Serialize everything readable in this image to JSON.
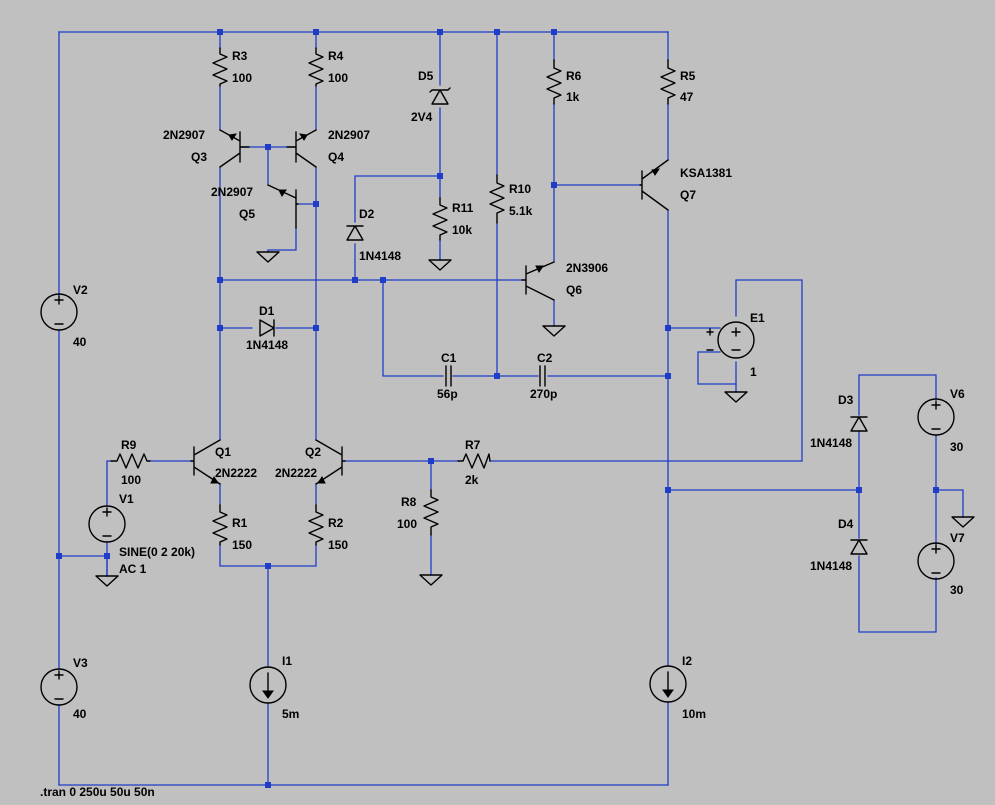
{
  "components": {
    "R3": {
      "name": "R3",
      "value": "100"
    },
    "R4": {
      "name": "R4",
      "value": "100"
    },
    "R5": {
      "name": "R5",
      "value": "47"
    },
    "R6": {
      "name": "R6",
      "value": "1k"
    },
    "R10": {
      "name": "R10",
      "value": "5.1k"
    },
    "R11": {
      "name": "R11",
      "value": "10k"
    },
    "R9": {
      "name": "R9",
      "value": "100"
    },
    "R1": {
      "name": "R1",
      "value": "150"
    },
    "R2": {
      "name": "R2",
      "value": "150"
    },
    "R7": {
      "name": "R7",
      "value": "2k"
    },
    "R8": {
      "name": "R8",
      "value": "100"
    },
    "Q3": {
      "name": "Q3",
      "model": "2N2907"
    },
    "Q4": {
      "name": "Q4",
      "model": "2N2907"
    },
    "Q5": {
      "name": "Q5",
      "model": "2N2907"
    },
    "Q6": {
      "name": "Q6",
      "model": "2N3906"
    },
    "Q7": {
      "name": "Q7",
      "model": "KSA1381"
    },
    "Q1": {
      "name": "Q1",
      "model": "2N2222"
    },
    "Q2": {
      "name": "Q2",
      "model": "2N2222"
    },
    "D1": {
      "name": "D1",
      "model": "1N4148"
    },
    "D2": {
      "name": "D2",
      "model": "1N4148"
    },
    "D3": {
      "name": "D3",
      "model": "1N4148"
    },
    "D4": {
      "name": "D4",
      "model": "1N4148"
    },
    "D5": {
      "name": "D5",
      "model": "2V4"
    },
    "C1": {
      "name": "C1",
      "value": "56p"
    },
    "C2": {
      "name": "C2",
      "value": "270p"
    },
    "V1": {
      "name": "V1",
      "value": "SINE(0 2 20k)",
      "ac": "AC 1"
    },
    "V2": {
      "name": "V2",
      "value": "40"
    },
    "V3": {
      "name": "V3",
      "value": "40"
    },
    "V6": {
      "name": "V6",
      "value": "30"
    },
    "V7": {
      "name": "V7",
      "value": "30"
    },
    "E1": {
      "name": "E1",
      "value": "1"
    },
    "I1": {
      "name": "I1",
      "value": "5m"
    },
    "I2": {
      "name": "I2",
      "value": "10m"
    }
  },
  "directive": ".tran 0 250u 50u 50n",
  "colors": {
    "background": "#c0c0c0",
    "wire": "#1f3dc8",
    "symbol": "#000000"
  }
}
